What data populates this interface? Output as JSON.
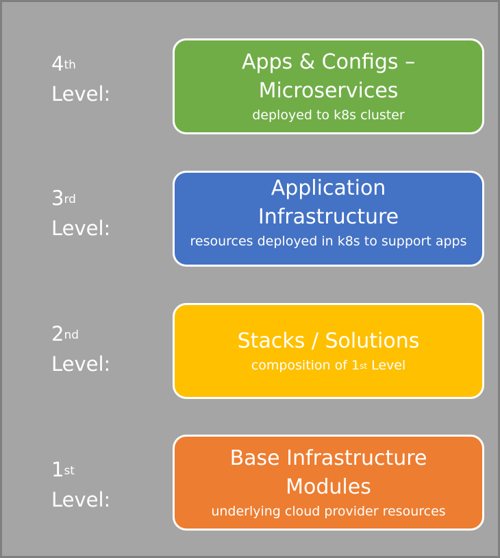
{
  "levels": [
    {
      "num": "4",
      "suffix": "th",
      "word": "Level:",
      "title": [
        "Apps & Configs –",
        "Microservices"
      ],
      "subtitle": "deployed to k8s cluster",
      "color": "#70ad47"
    },
    {
      "num": "3",
      "suffix": "rd",
      "word": "Level:",
      "title": [
        "Application",
        "Infrastructure"
      ],
      "subtitle": "resources deployed in k8s to support apps",
      "color": "#4472c4"
    },
    {
      "num": "2",
      "suffix": "nd",
      "word": "Level:",
      "title": [
        "Stacks / Solutions"
      ],
      "subtitle_parts": {
        "before": "composition of 1",
        "sup": "st",
        "after": " Level"
      },
      "color": "#ffc000"
    },
    {
      "num": "1",
      "suffix": "st",
      "word": "Level:",
      "title": [
        "Base Infrastructure",
        "Modules"
      ],
      "subtitle": "underlying cloud provider resources",
      "color": "#ed7d31"
    }
  ],
  "colors": {
    "background": "#a5a5a5",
    "frame": "#7f7f7f",
    "text": "#ffffff"
  }
}
